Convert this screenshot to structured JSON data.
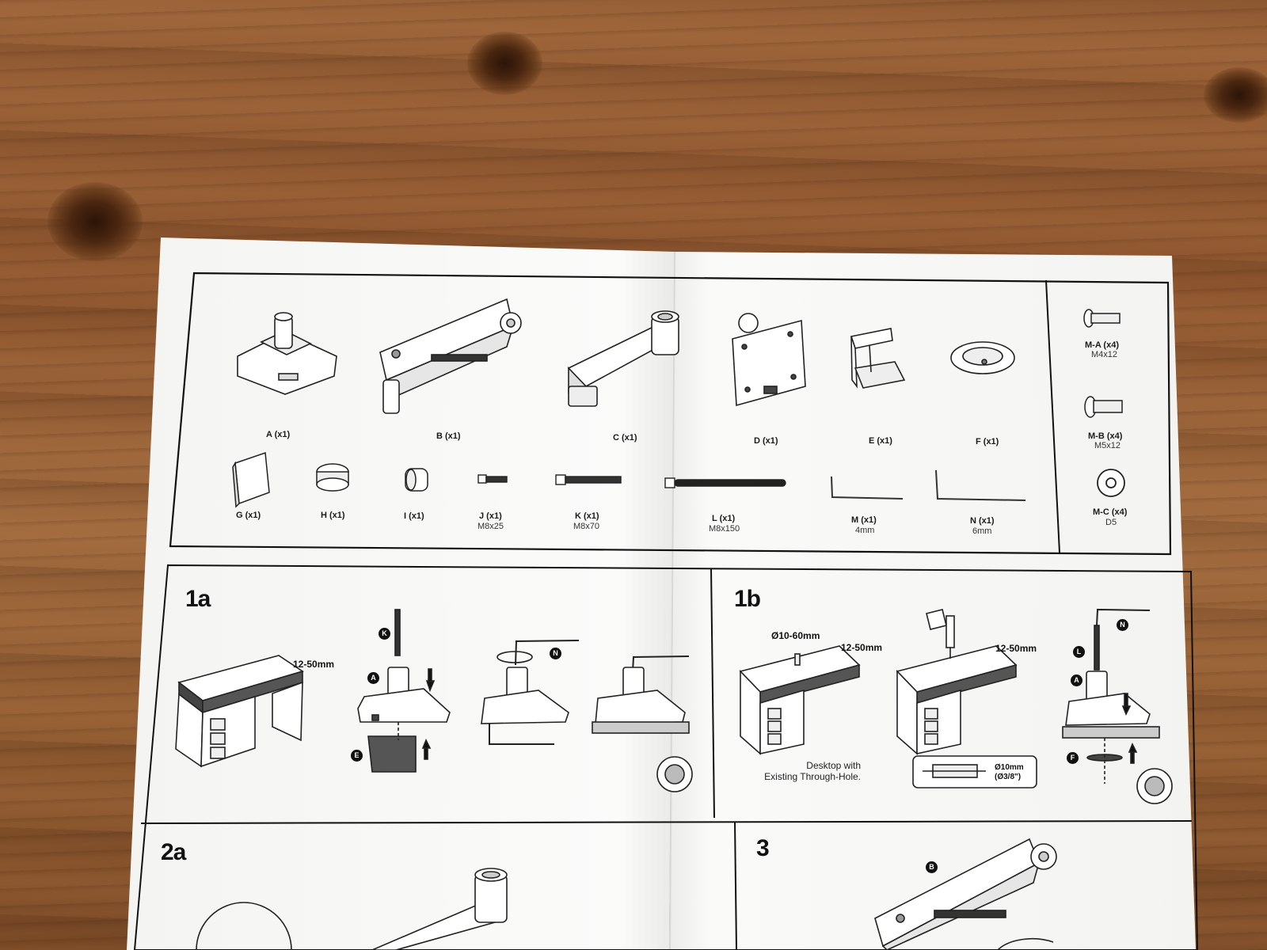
{
  "parts": {
    "A": {
      "label": "A (x1)"
    },
    "B": {
      "label": "B (x1)"
    },
    "C": {
      "label": "C (x1)"
    },
    "D": {
      "label": "D (x1)"
    },
    "E": {
      "label": "E (x1)"
    },
    "F": {
      "label": "F (x1)"
    },
    "G": {
      "label": "G (x1)"
    },
    "H": {
      "label": "H (x1)"
    },
    "I": {
      "label": "I (x1)"
    },
    "J": {
      "label": "J (x1)",
      "spec": "M8x25"
    },
    "K": {
      "label": "K (x1)",
      "spec": "M8x70"
    },
    "L": {
      "label": "L (x1)",
      "spec": "M8x150"
    },
    "M": {
      "label": "M (x1)",
      "spec": "4mm"
    },
    "N": {
      "label": "N (x1)",
      "spec": "6mm"
    },
    "MA": {
      "label": "M-A (x4)",
      "spec": "M4x12"
    },
    "MB": {
      "label": "M-B (x4)",
      "spec": "M5x12"
    },
    "MC": {
      "label": "M-C (x4)",
      "spec": "D5"
    }
  },
  "steps": {
    "s1a": {
      "title": "1a",
      "thickness": "12-50mm",
      "badges": {
        "k": "K",
        "a": "A",
        "e": "E",
        "n": "N"
      }
    },
    "s1b": {
      "title": "1b",
      "hole": "Ø10-60mm",
      "thickness1": "12-50mm",
      "thickness2": "12-50mm",
      "note1": "Desktop with",
      "note2": "Existing Through-Hole.",
      "drill1": "Ø10mm",
      "drill2": "(Ø3/8\")",
      "badges": {
        "n": "N",
        "l": "L",
        "a": "A",
        "f": "F"
      }
    },
    "s2a": {
      "title": "2a"
    },
    "s3": {
      "title": "3",
      "badges": {
        "b": "B"
      }
    }
  }
}
